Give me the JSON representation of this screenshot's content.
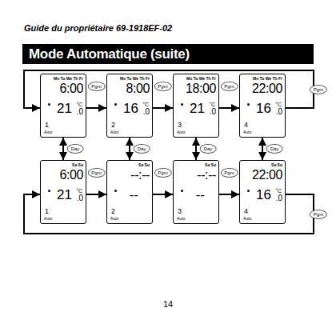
{
  "diagram": {
    "title": "Mode Automatique (suite)",
    "nodes": [
      {
        "text": [
          "Mo Tu We Th Fr",
          "6:00",
          "21",
          "°C",
          ".0",
          "1",
          "Auto"
        ]
      },
      {
        "text": [
          "Mo Tu We Th Fr",
          "8:00",
          "16",
          "°C",
          ".0",
          "2",
          "Auto"
        ]
      },
      {
        "text": [
          "Mo Tu We Th Fr",
          "18:00",
          "21",
          "°C",
          ".0",
          "3",
          "Auto"
        ]
      },
      {
        "text": [
          "Mo Tu We Th Fr",
          "22:00",
          "16",
          "°C",
          ".0",
          "4",
          "Auto"
        ]
      },
      {
        "text": [
          "Sa Su",
          "6:00",
          "21",
          "°C",
          ".0",
          "1",
          "Auto"
        ]
      },
      {
        "text": [
          "Sa Su",
          "--:--",
          "--",
          "2",
          "Auto"
        ]
      },
      {
        "text": [
          "Sa Su",
          "--:--",
          "--",
          "3",
          "Auto"
        ]
      },
      {
        "text": [
          "Sa Su",
          "22:00",
          "16",
          "°C",
          ".0",
          "4",
          "Auto"
        ]
      }
    ],
    "edges": [
      {
        "from": 0,
        "to": 1,
        "label": "Pgm",
        "arrow": "to"
      },
      {
        "from": 1,
        "to": 2,
        "label": "Pgm",
        "arrow": "to"
      },
      {
        "from": 2,
        "to": 3,
        "label": "Pgm",
        "arrow": "to"
      },
      {
        "from": 3,
        "to": 0,
        "label": "Pgm",
        "arrow": "to"
      },
      {
        "from": 4,
        "to": 5,
        "label": "Pgm",
        "arrow": "to"
      },
      {
        "from": 5,
        "to": 6,
        "label": "Pgm",
        "arrow": "to"
      },
      {
        "from": 6,
        "to": 7,
        "label": "Pgm",
        "arrow": "to"
      },
      {
        "from": 7,
        "to": 4,
        "label": "Pgm",
        "arrow": "to"
      },
      {
        "from": 0,
        "to": 4,
        "label": "Day",
        "arrow": "both"
      },
      {
        "from": 1,
        "to": 5,
        "label": "Day",
        "arrow": "both"
      },
      {
        "from": 2,
        "to": 6,
        "label": "Day",
        "arrow": "both"
      },
      {
        "from": 3,
        "to": 7,
        "label": "Day",
        "arrow": "both"
      }
    ],
    "labels": [
      "Guide du propriétaire 69-1918EF-02",
      "14"
    ]
  }
}
